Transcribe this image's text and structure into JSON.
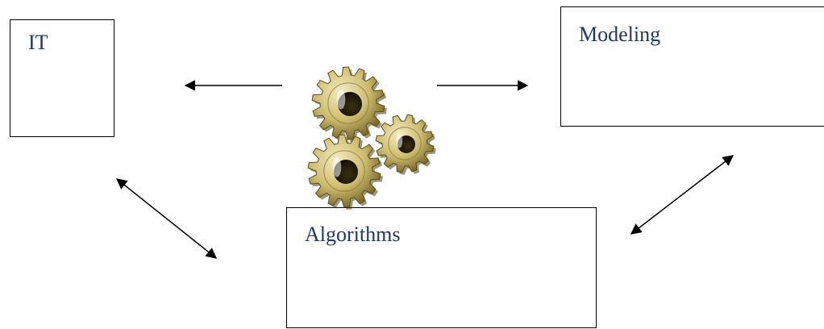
{
  "nodes": {
    "it": {
      "label": "IT"
    },
    "modeling": {
      "label": "Modeling"
    },
    "algorithms": {
      "label": "Algorithms"
    }
  },
  "icons": {
    "gears": "gears-icon"
  },
  "colors": {
    "label_text": "#1f3864",
    "gear_fill": "#cdbb6f",
    "gear_shadow": "#6f5f22",
    "gear_highlight": "#f4ecc4",
    "line": "#000000"
  }
}
